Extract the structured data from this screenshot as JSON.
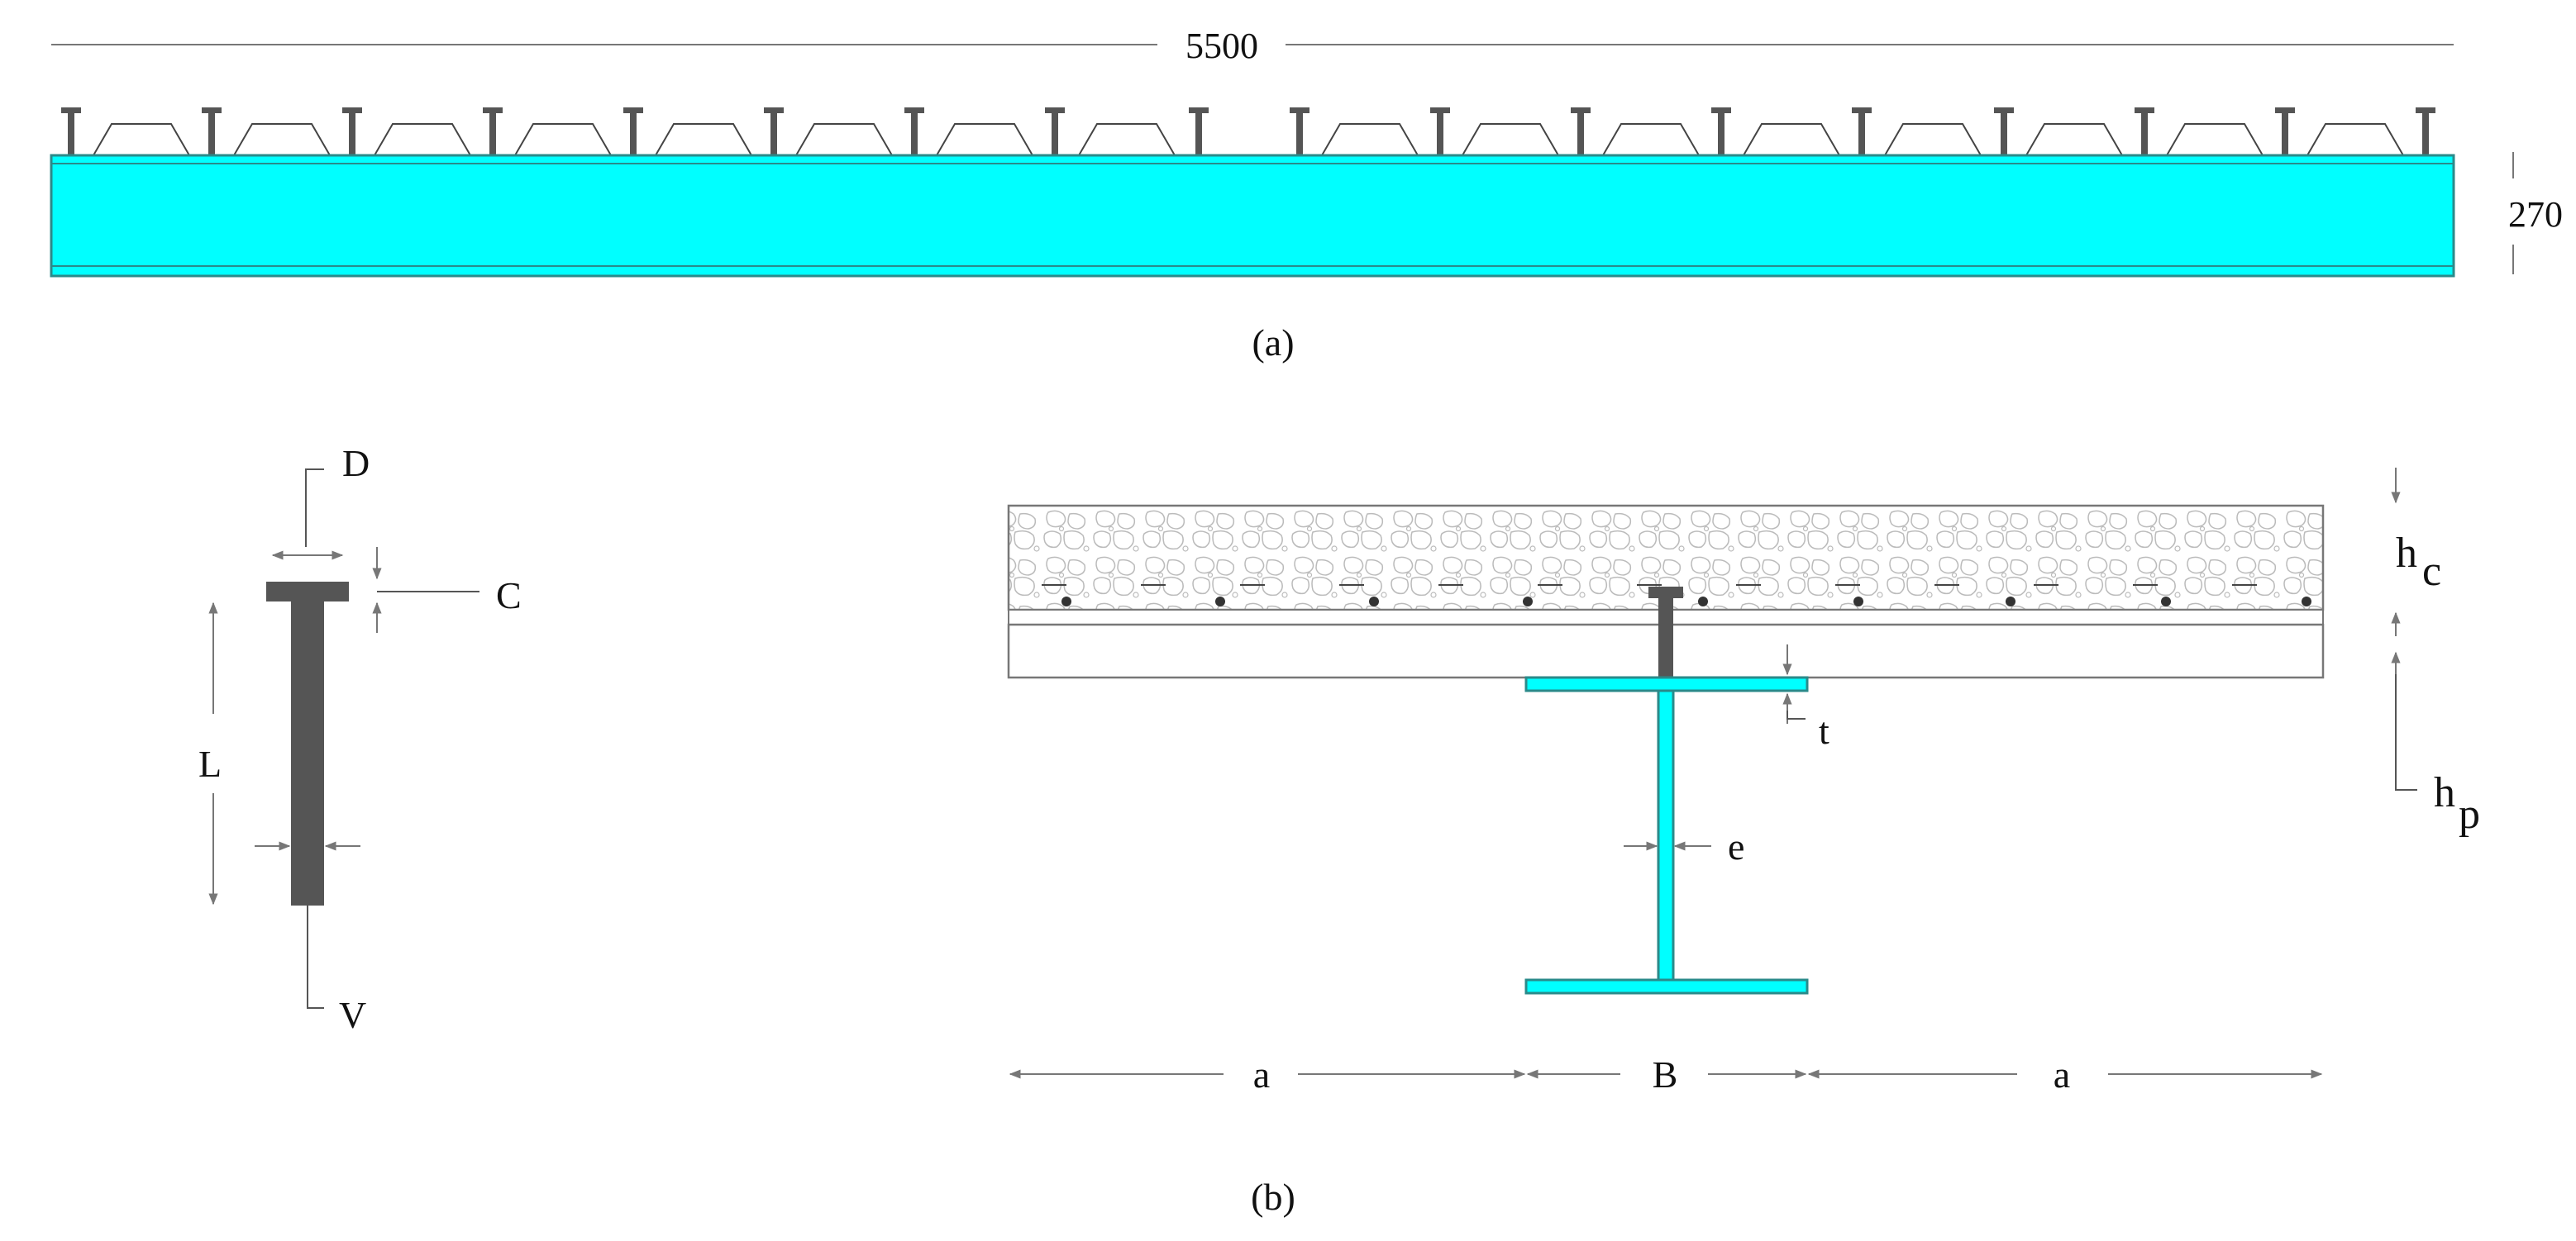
{
  "colors": {
    "beam": "#00ffff",
    "beam_edge": "#2a8a8a",
    "stud": "#555555",
    "ink": "#111111",
    "dim_line": "#777777"
  },
  "part_a": {
    "span_dimension": "5500",
    "depth_dimension": "270",
    "caption": "(a)"
  },
  "part_b": {
    "caption": "(b)",
    "stud_labels": {
      "diameter": "D",
      "head": "C",
      "length": "L",
      "shank": "V"
    },
    "section_labels": {
      "slab_thickness_main": "h",
      "slab_thickness_sub": "c",
      "deck_height_main": "h",
      "deck_height_sub": "p",
      "flange_thickness": "t",
      "web_thickness": "e",
      "flange_width": "B",
      "side_width_left": "a",
      "side_width_right": "a"
    }
  }
}
